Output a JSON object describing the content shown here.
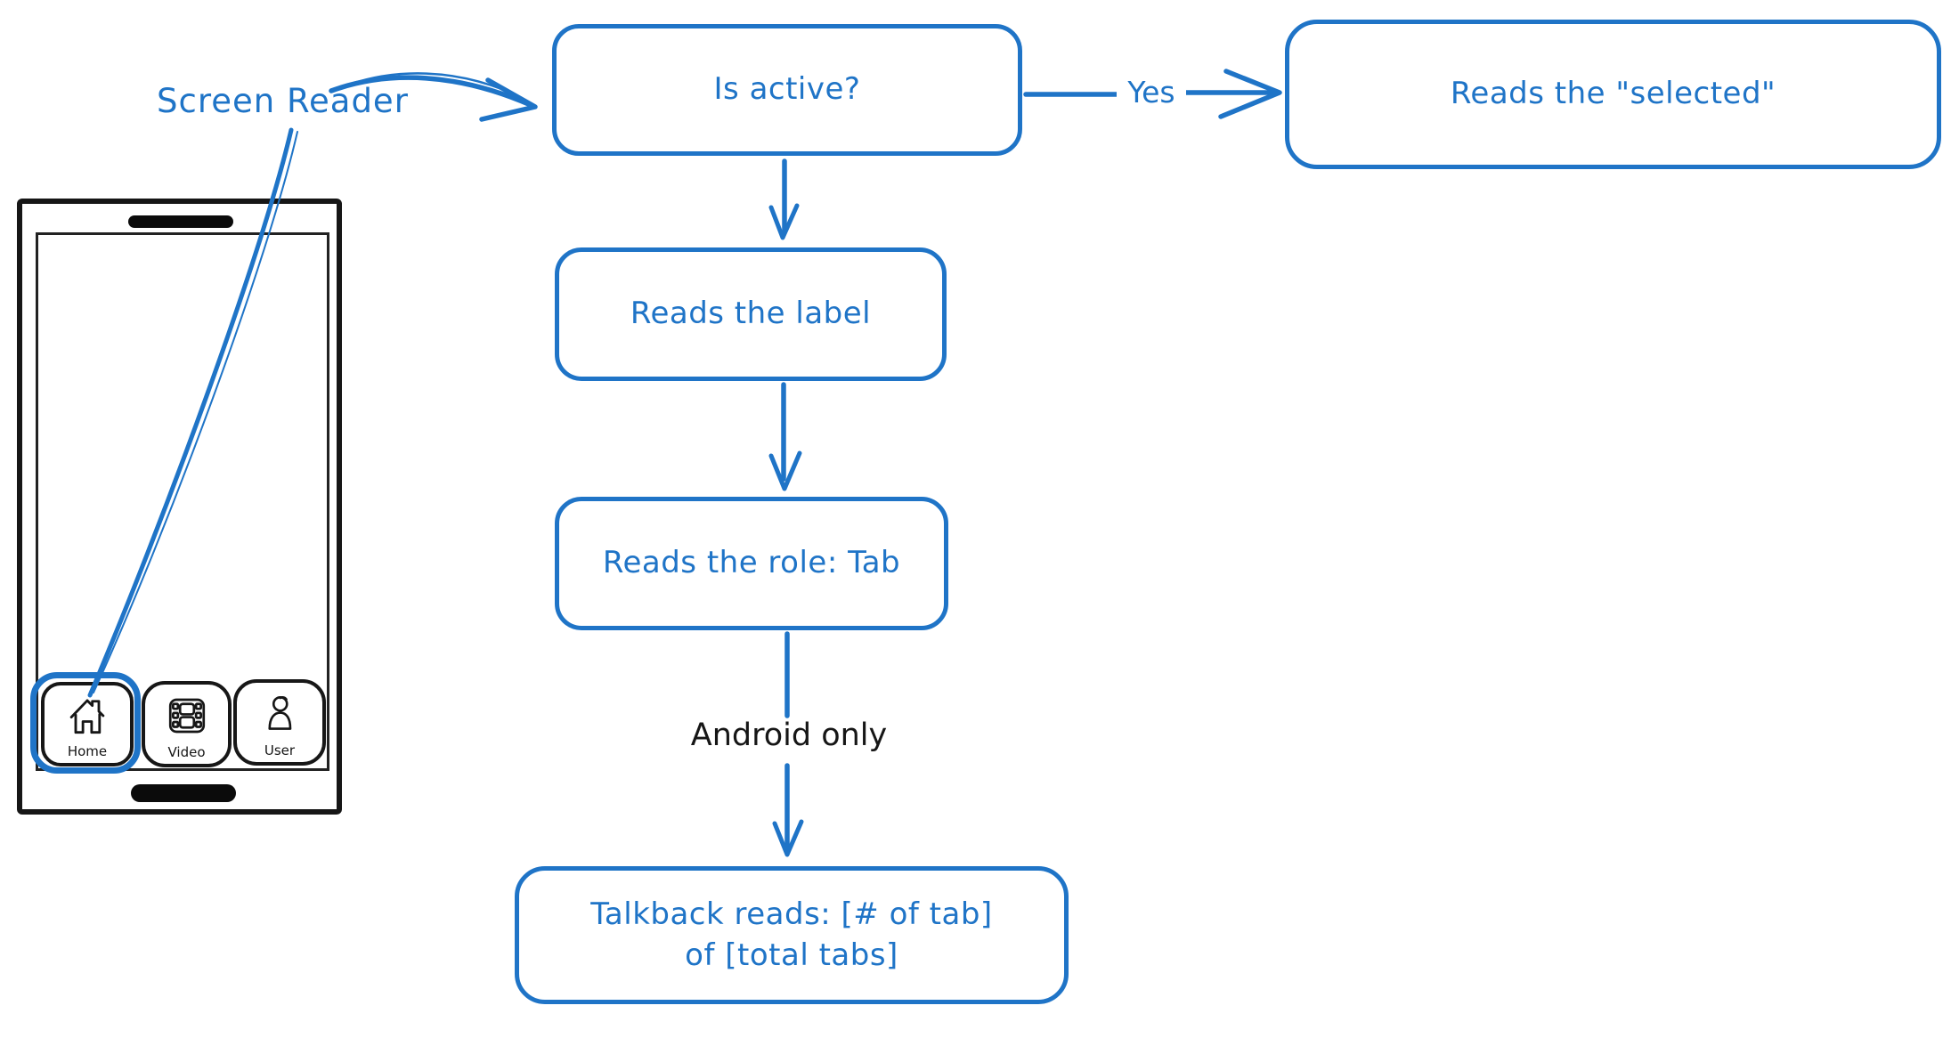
{
  "colors": {
    "accent_blue": "#1f74c7",
    "ink_black": "#161616",
    "background": "#ffffff"
  },
  "annotations": {
    "screen_reader": "Screen Reader",
    "yes": "Yes",
    "android_only": "Android only"
  },
  "nodes": {
    "is_active": "Is active?",
    "reads_selected": "Reads the \"selected\"",
    "reads_label": "Reads the label",
    "reads_role": "Reads the role: Tab",
    "talkback_line1": "Talkback reads: [# of tab]",
    "talkback_line2": "of [total tabs]"
  },
  "phone": {
    "tabs": [
      {
        "label": "Home",
        "icon": "home-icon",
        "selected": true
      },
      {
        "label": "Video",
        "icon": "video-icon",
        "selected": false
      },
      {
        "label": "User",
        "icon": "user-icon",
        "selected": false
      }
    ]
  }
}
